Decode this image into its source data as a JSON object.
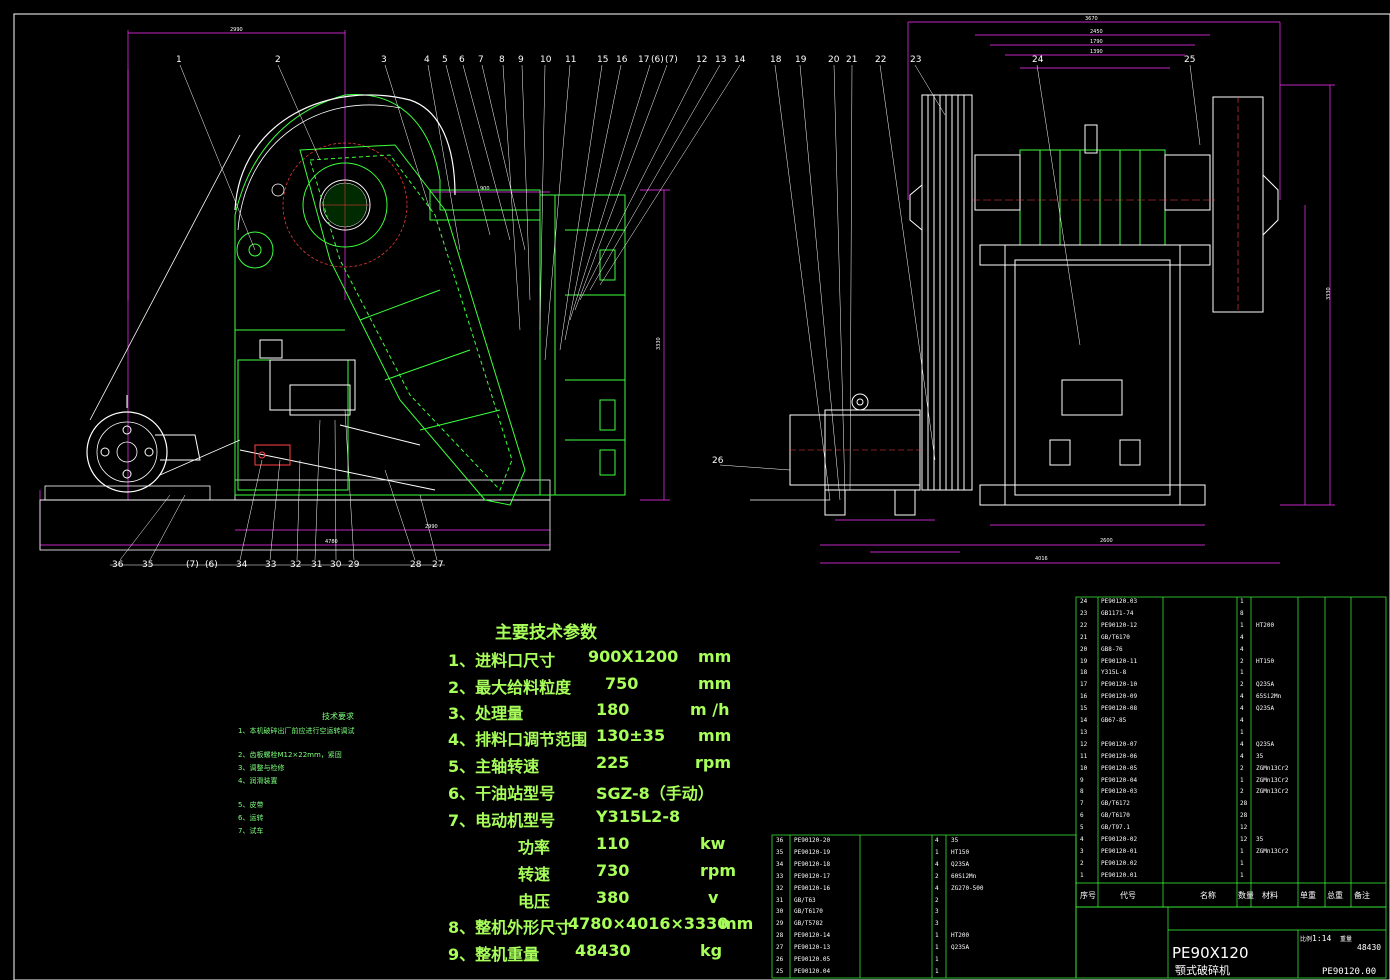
{
  "drawing": {
    "main_params_title": "主要技术参数",
    "main_params": [
      {
        "label": "1、进料口尺寸",
        "value": "900X1200",
        "unit": "mm"
      },
      {
        "label": "2、最大给料粒度",
        "value": "750",
        "unit": "mm"
      },
      {
        "label": "3、处理量",
        "value": "180",
        "unit": "m /h"
      },
      {
        "label": "4、排料口调节范围",
        "value": "130±35",
        "unit": "mm"
      },
      {
        "label": "5、主轴转速",
        "value": "225",
        "unit": "rpm"
      },
      {
        "label": "6、干油站型号",
        "value": "SGZ-8（手动）",
        "unit": ""
      },
      {
        "label": "7、电动机型号",
        "value": "Y315L2-8",
        "unit": ""
      },
      {
        "label": "功率",
        "value": "110",
        "unit": "kw"
      },
      {
        "label": "转速",
        "value": "730",
        "unit": "rpm"
      },
      {
        "label": "电压",
        "value": "380",
        "unit": "v"
      },
      {
        "label": "8、整机外形尺寸",
        "value": "4780×4016×3330",
        "unit": "mm"
      },
      {
        "label": "9、整机重量",
        "value": "48430",
        "unit": "kg"
      }
    ],
    "requirements_title": "技术要求",
    "requirements": [
      "1、本机破碎出厂前应进行空运转调试",
      "2、齿板螺栓M12×22mm，紧固",
      "3、调整与检修",
      "4、润滑装置",
      "5、皮带",
      "6、运转",
      "7、试车"
    ],
    "callouts_left": [
      "1",
      "2",
      "3",
      "4",
      "5",
      "6",
      "7",
      "8",
      "9",
      "10",
      "11",
      "15",
      "16",
      "17",
      "(6)",
      "(7)",
      "12",
      "13",
      "14"
    ],
    "callouts_right": [
      "18",
      "19",
      "20",
      "21",
      "22",
      "23",
      "24",
      "25"
    ],
    "callouts_bottom": [
      "36",
      "35",
      "(7)",
      "(6)",
      "34",
      "33",
      "32",
      "31",
      "30",
      "29",
      "28",
      "27"
    ],
    "callout_26": "26",
    "bom_upper": [
      {
        "no": "24",
        "code": "PE90120.03",
        "qty": "1"
      },
      {
        "no": "23",
        "code": "GB1171-74",
        "qty": "8"
      },
      {
        "no": "22",
        "code": "PE90120-12",
        "qty": "1",
        "mat": "HT200"
      },
      {
        "no": "21",
        "code": "GB/T6170",
        "qty": "4"
      },
      {
        "no": "20",
        "code": "GB8-76",
        "qty": "4"
      },
      {
        "no": "19",
        "code": "PE90120-11",
        "qty": "2",
        "mat": "HT150"
      },
      {
        "no": "18",
        "code": "Y315L-8",
        "qty": "1"
      },
      {
        "no": "17",
        "code": "PE90120-10",
        "qty": "2",
        "mat": "Q235A"
      },
      {
        "no": "16",
        "code": "PE90120-09",
        "qty": "4",
        "mat": "65Si2Mn"
      },
      {
        "no": "15",
        "code": "PE90120-08",
        "qty": "4",
        "mat": "Q235A"
      },
      {
        "no": "14",
        "code": "GB67-85",
        "qty": "4"
      },
      {
        "no": "13",
        "code": "",
        "qty": "1"
      },
      {
        "no": "12",
        "code": "PE90120-07",
        "qty": "4",
        "mat": "Q235A"
      },
      {
        "no": "11",
        "code": "PE90120-06",
        "qty": "4",
        "mat": "35"
      },
      {
        "no": "10",
        "code": "PE90120-05",
        "qty": "2",
        "mat": "ZGMn13Cr2"
      },
      {
        "no": "9",
        "code": "PE90120-04",
        "qty": "1",
        "mat": "ZGMn13Cr2"
      },
      {
        "no": "8",
        "code": "PE90120-03",
        "qty": "2",
        "mat": "ZGMn13Cr2"
      },
      {
        "no": "7",
        "code": "GB/T6172",
        "qty": "28"
      },
      {
        "no": "6",
        "code": "GB/T6170",
        "qty": "28"
      },
      {
        "no": "5",
        "code": "GB/T97.1",
        "qty": "12"
      },
      {
        "no": "4",
        "code": "PE90120-02",
        "qty": "12",
        "mat": "35"
      },
      {
        "no": "3",
        "code": "PE90120-01",
        "qty": "1",
        "mat": "ZGMn13Cr2"
      },
      {
        "no": "2",
        "code": "PE90120.02",
        "qty": "1"
      },
      {
        "no": "1",
        "code": "PE90120.01",
        "qty": "1"
      }
    ],
    "bom_header": [
      "序号",
      "代号",
      "名称",
      "数量",
      "材料",
      "单重",
      "总重",
      "备注"
    ],
    "bom_lower": [
      {
        "no": "36",
        "code": "PE90120-20",
        "qty": "4",
        "mat": "35"
      },
      {
        "no": "35",
        "code": "PE90120-19",
        "qty": "1",
        "mat": "HT150"
      },
      {
        "no": "34",
        "code": "PE90120-18",
        "qty": "4",
        "mat": "Q235A"
      },
      {
        "no": "33",
        "code": "PE90120-17",
        "qty": "2",
        "mat": "60Si2Mn"
      },
      {
        "no": "32",
        "code": "PE90120-16",
        "qty": "4",
        "mat": "ZG270-500"
      },
      {
        "no": "31",
        "code": "GB/T63",
        "qty": "2"
      },
      {
        "no": "30",
        "code": "GB/T6170",
        "qty": "3"
      },
      {
        "no": "29",
        "code": "GB/T5782",
        "qty": "3"
      },
      {
        "no": "28",
        "code": "PE90120-14",
        "qty": "1",
        "mat": "HT200"
      },
      {
        "no": "27",
        "code": "PE90120-13",
        "qty": "1",
        "mat": "Q235A"
      },
      {
        "no": "26",
        "code": "PE90120.05",
        "qty": "1"
      },
      {
        "no": "25",
        "code": "PE90120.04",
        "qty": "1"
      }
    ],
    "title_block": {
      "name": "PE90X120",
      "subname": "颚式破碎机",
      "scale_label": "比例",
      "scale": "1:14",
      "weight_label": "重量",
      "weight": "48430",
      "drawing_no": "PE90120.00"
    }
  }
}
